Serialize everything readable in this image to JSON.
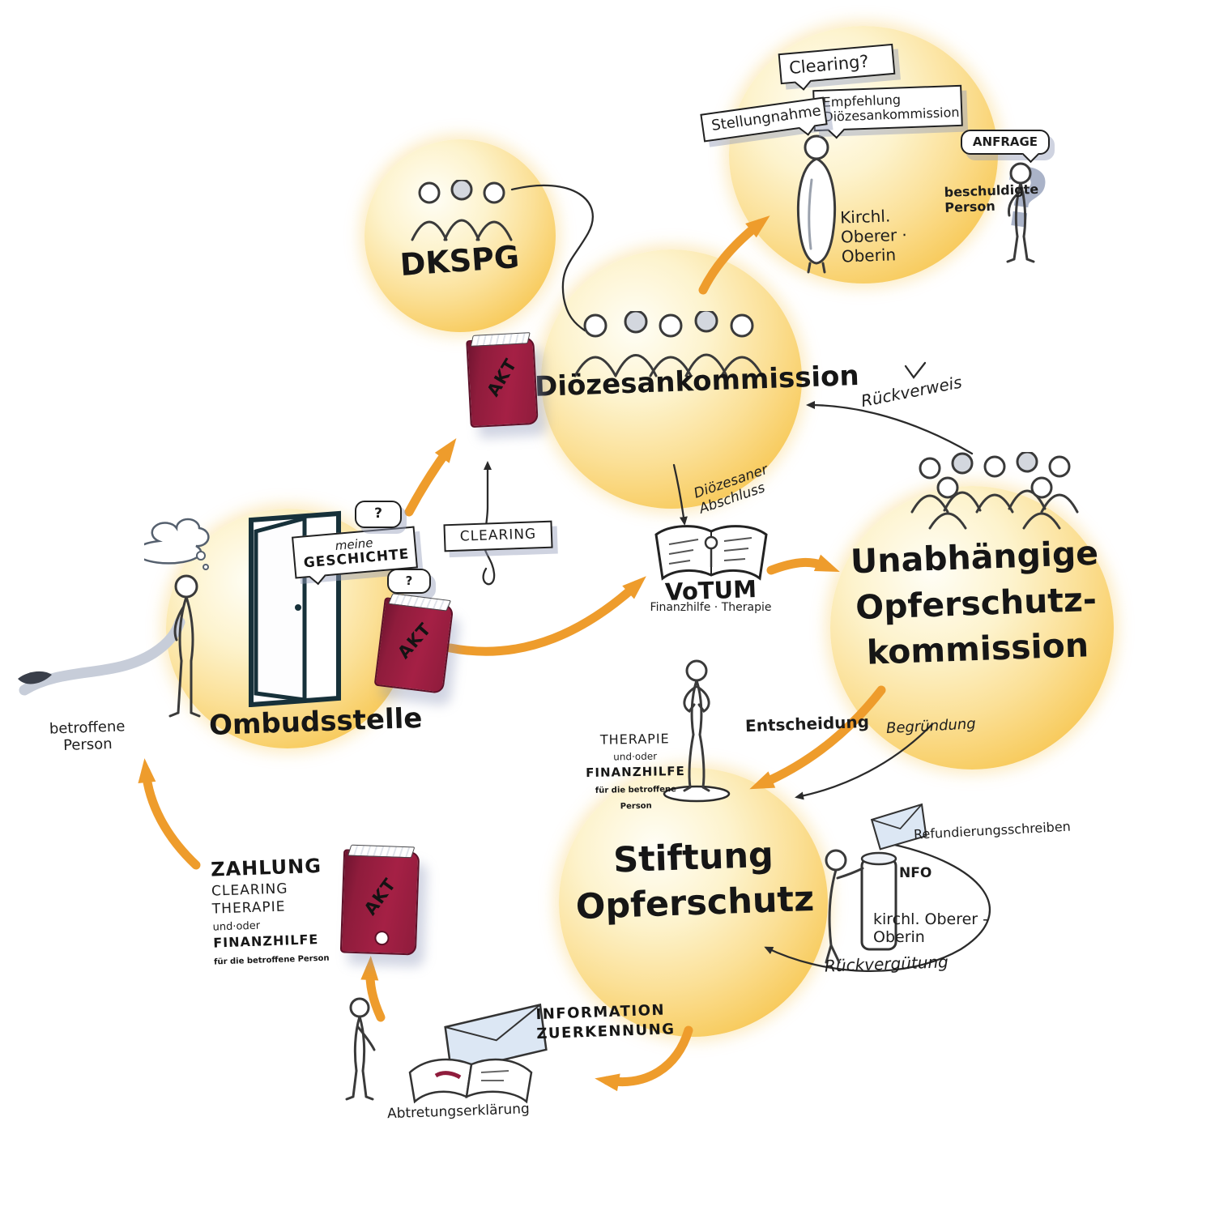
{
  "colors": {
    "bubble_gold": "#f5ba41",
    "arrow_orange": "#ee9c2c",
    "book_red": "#a01e40",
    "ink": "#1f1f1f",
    "shadow_blue": "#96a0b9",
    "envelope_blue": "#dce7f4"
  },
  "books": {
    "akt": "AKT"
  },
  "top_right": {
    "clearing": "Clearing?",
    "stellungnahme": "Stellungnahme",
    "empfehlung_1": "Empfehlung",
    "empfehlung_2": "Diözesankommission",
    "kirchl_1": "Kirchl.",
    "kirchl_2": "Oberer · Oberin",
    "anfrage": "ANFRAGE",
    "beschuldigte_1": "beschuldigte",
    "beschuldigte_2": "Person",
    "question_mark": "?"
  },
  "dkspg": {
    "label": "DKSPG"
  },
  "dioezesan": {
    "label": "Diözesankommission"
  },
  "rueckverweis": {
    "label": "Rückverweis"
  },
  "unabhaengige": {
    "line1": "Unabhängige",
    "line2": "Opferschutz-",
    "line3": "kommission"
  },
  "ombudsstelle": {
    "label": "Ombudsstelle",
    "meine": "meine",
    "geschichte": "GESCHICHTE",
    "clearing": "CLEARING",
    "q1": "?",
    "q2": "?"
  },
  "betroffene": {
    "line1": "betroffene",
    "line2": "Person"
  },
  "votum": {
    "title": "VoTUM",
    "subtitle": "Finanzhilfe · Therapie"
  },
  "abschluss": {
    "label": "Diözesaner Abschluss"
  },
  "entscheidung": {
    "label": "Entscheidung"
  },
  "begruendung": {
    "label": "Begründung"
  },
  "therapie_block": {
    "l1": "THERAPIE",
    "l2": "und·oder",
    "l3": "FINANZHILFE",
    "l4": "für die betroffene Person"
  },
  "stiftung": {
    "line1": "Stiftung",
    "line2": "Opferschutz"
  },
  "erstattung": {
    "refundierung": "Refundierungsschreiben",
    "nfo": "NFO",
    "kirchl": "kirchl. Oberer - Oberin",
    "rueckverguetung": "Rückvergütung"
  },
  "zahlung_block": {
    "l1": "ZAHLUNG",
    "l2": "CLEARING",
    "l3": "THERAPIE",
    "l4": "und·oder",
    "l5": "FINANZHILFE",
    "l6": "für die betroffene Person"
  },
  "zuerkennung": {
    "information": "INFORMATION",
    "zuerkennung": "ZUERKENNUNG",
    "abtretung": "Abtretungserklärung"
  }
}
